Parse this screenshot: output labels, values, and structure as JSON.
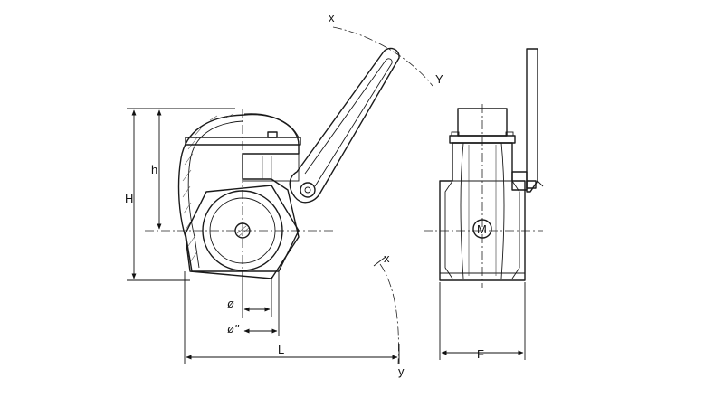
{
  "labels": {
    "height_total": "H",
    "height_center": "h",
    "diameter_inner": "ø",
    "diameter_outer": "ø''",
    "length": "L",
    "face_width": "F",
    "arc_x_top": "x",
    "arc_y_top": "Y",
    "arc_x_bottom": "x",
    "arc_y_bottom": "y"
  },
  "logo_text": "M"
}
